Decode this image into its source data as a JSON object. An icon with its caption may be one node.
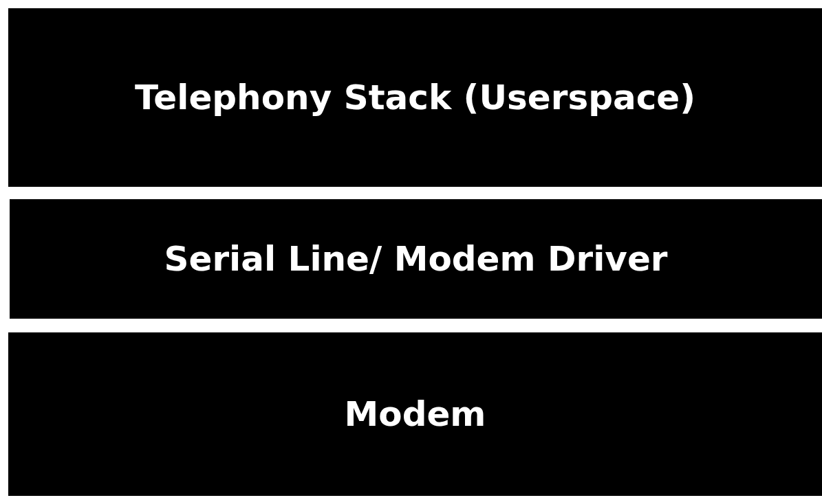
{
  "diagram": {
    "nodes": [
      {
        "text": [
          "Telephony Stack (Userspace)"
        ]
      },
      {
        "text": [
          "Serial Line/ Modem Driver"
        ]
      },
      {
        "text": [
          "Modem"
        ]
      }
    ]
  }
}
